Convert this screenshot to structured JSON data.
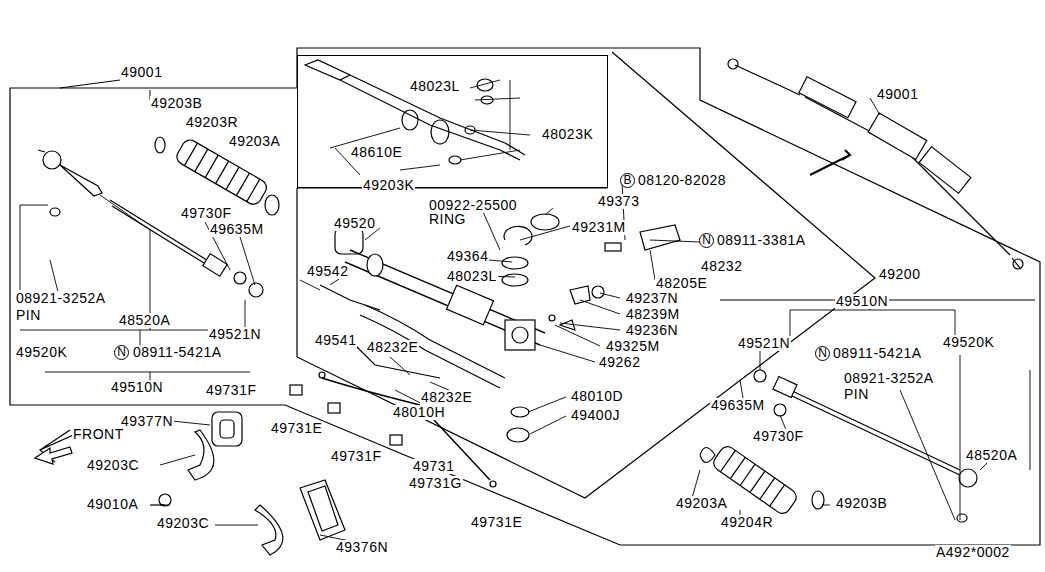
{
  "diagram": {
    "nodes": [
      {
        "text": [
          "48023L",
          "48023K",
          "48610E",
          "49203K"
        ]
      }
    ],
    "labels": [
      "49001",
      "49203B",
      "49203R",
      "49203A",
      "49730F",
      "49635M",
      "08921-3252A",
      "PIN",
      "48520A",
      "49520K",
      "N",
      "08911-5421A",
      "49521N",
      "49510N",
      "49520",
      "00922-25500",
      "RING",
      "B",
      "08120-82028",
      "49373",
      "49231M",
      "N",
      "08911-3381A",
      "49364",
      "48023L",
      "48232",
      "48205E",
      "49542",
      "49237N",
      "48239M",
      "49236N",
      "49325M",
      "49262",
      "49541",
      "48232E",
      "48232E",
      "48010D",
      "49400J",
      "48010H",
      "49731F",
      "49731E",
      "FRONT",
      "49377N",
      "49203C",
      "49010A",
      "49203C",
      "49376N",
      "49731F",
      "49731",
      "49731G",
      "49731E",
      "49001",
      "49200",
      "49510N",
      "49521N",
      "N",
      "08911-5421A",
      "49520K",
      "08921-3252A",
      "PIN",
      "48520A",
      "49635M",
      "49730F",
      "49203A",
      "49203B",
      "49204R",
      "A492*0002"
    ]
  }
}
